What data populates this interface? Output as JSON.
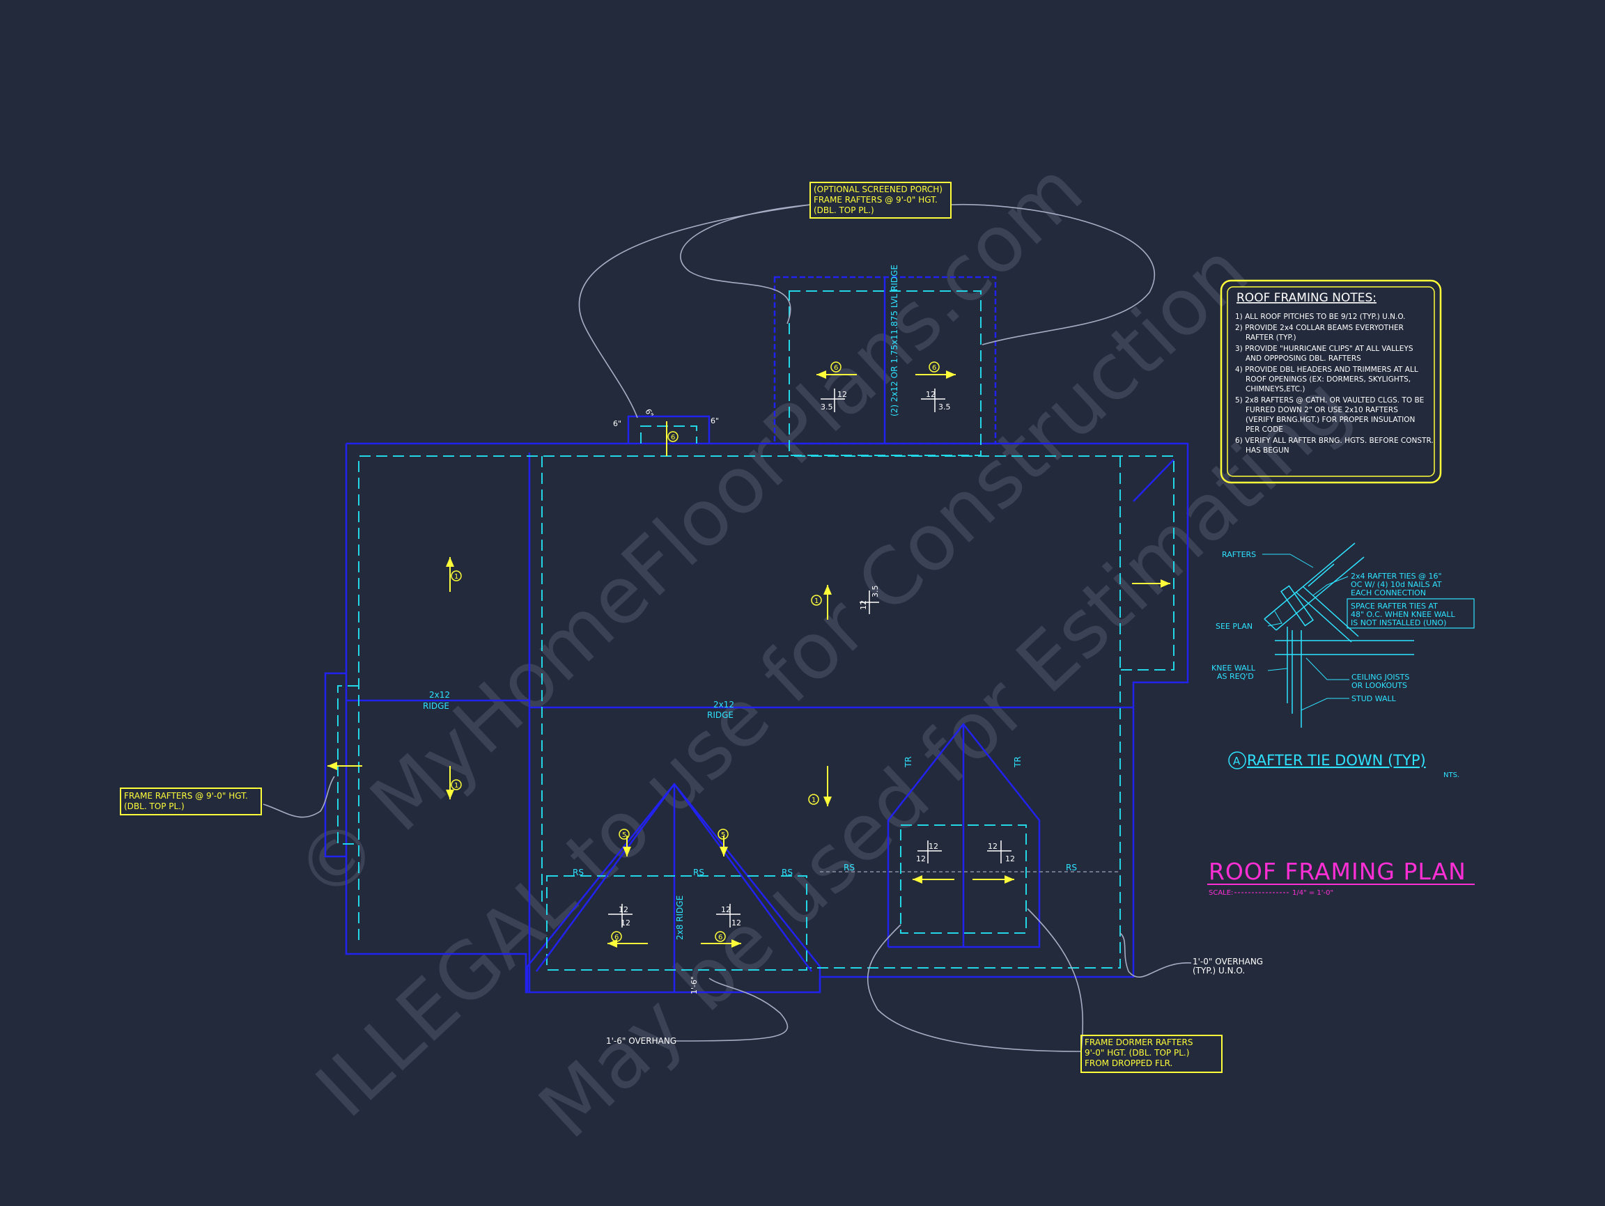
{
  "watermark": {
    "line1": "© MyHomeFloorPlans.com",
    "line2": "ILLEGAL to use for Construction",
    "line3": "May be used for Estimating"
  },
  "title": {
    "main": "ROOF FRAMING PLAN",
    "scale_label": "SCALE:",
    "scale_value": "1/4\" = 1'-0\""
  },
  "notes": {
    "heading": "ROOF FRAMING NOTES:",
    "lines": [
      "1) ALL ROOF PITCHES TO BE  9/12 (TYP.) U.N.O.",
      "2) PROVIDE 2x4 COLLAR BEAMS EVERYOTHER",
      "RAFTER (TYP.)",
      "3) PROVIDE \"HURRICANE CLIPS\" AT ALL VALLEYS",
      "AND OPPPOSING DBL. RAFTERS",
      "4) PROVIDE DBL HEADERS AND TRIMMERS AT ALL",
      "ROOF OPENINGS (EX: DORMERS, SKYLIGHTS,",
      "CHIMNEYS,ETC.)",
      "5) 2x8 RAFTERS @ CATH. OR VAULTED CLGS. TO BE",
      "FURRED DOWN 2\" OR USE 2x10 RAFTERS",
      "(VERIFY BRNG.HGT.) FOR PROPER INSULATION",
      "PER CODE",
      "6) VERIFY ALL RAFTER BRNG. HGTS. BEFORE CONSTR.",
      "HAS BEGUN"
    ]
  },
  "callouts": {
    "porch": [
      "(OPTIONAL SCREENED PORCH)",
      "FRAME RAFTERS @ 9'-0\" HGT.",
      "(DBL. TOP PL.)"
    ],
    "left": [
      "FRAME RAFTERS @ 9'-0\" HGT.",
      "(DBL. TOP PL.)"
    ],
    "dormer": [
      "FRAME DORMER RAFTERS",
      "9'-0\" HGT. (DBL. TOP PL.)",
      "FROM DROPPED FLR."
    ],
    "overhang_right": [
      "1'-0\" OVERHANG",
      "(TYP.) U.N.O."
    ],
    "overhang_bottom": "1'-6\" OVERHANG"
  },
  "plan_labels": {
    "ridge_left": [
      "2x12",
      "RIDGE"
    ],
    "ridge_main": [
      "2x12",
      "RIDGE"
    ],
    "porch_ridge": "(2) 2x12 OR 1.75x11.875 LVL RIDGE",
    "ridge_2x8": "2x8 RIDGE",
    "rs": "RS",
    "tr": "TR",
    "pitch_rise": "12",
    "pitch_main_run": "3.5",
    "pitch_run_porch": "3.5",
    "pitch_run_12": "12",
    "dim_6": "6\"",
    "dim_1_6": "1'-6\"",
    "bubble_1": "1",
    "bubble_5": "5",
    "bubble_6": "6"
  },
  "detail": {
    "letter": "A",
    "title": "RAFTER TIE DOWN (TYP)",
    "nts": "NTS.",
    "rafters": "RAFTERS",
    "ties": [
      "2x4 RAFTER TIES @ 16\"",
      "OC W/ (4) 10d NAILS AT",
      "EACH CONNECTION"
    ],
    "space": [
      "SPACE RAFTER TIES AT",
      "48\" O.C. WHEN KNEE WALL",
      "IS NOT INSTALLED (UNO)"
    ],
    "see_plan": "SEE PLAN",
    "knee": [
      "KNEE WALL",
      "AS REQ'D"
    ],
    "ceiling": [
      "CEILING JOISTS",
      "OR LOOKOUTS"
    ],
    "stud": "STUD WALL"
  }
}
